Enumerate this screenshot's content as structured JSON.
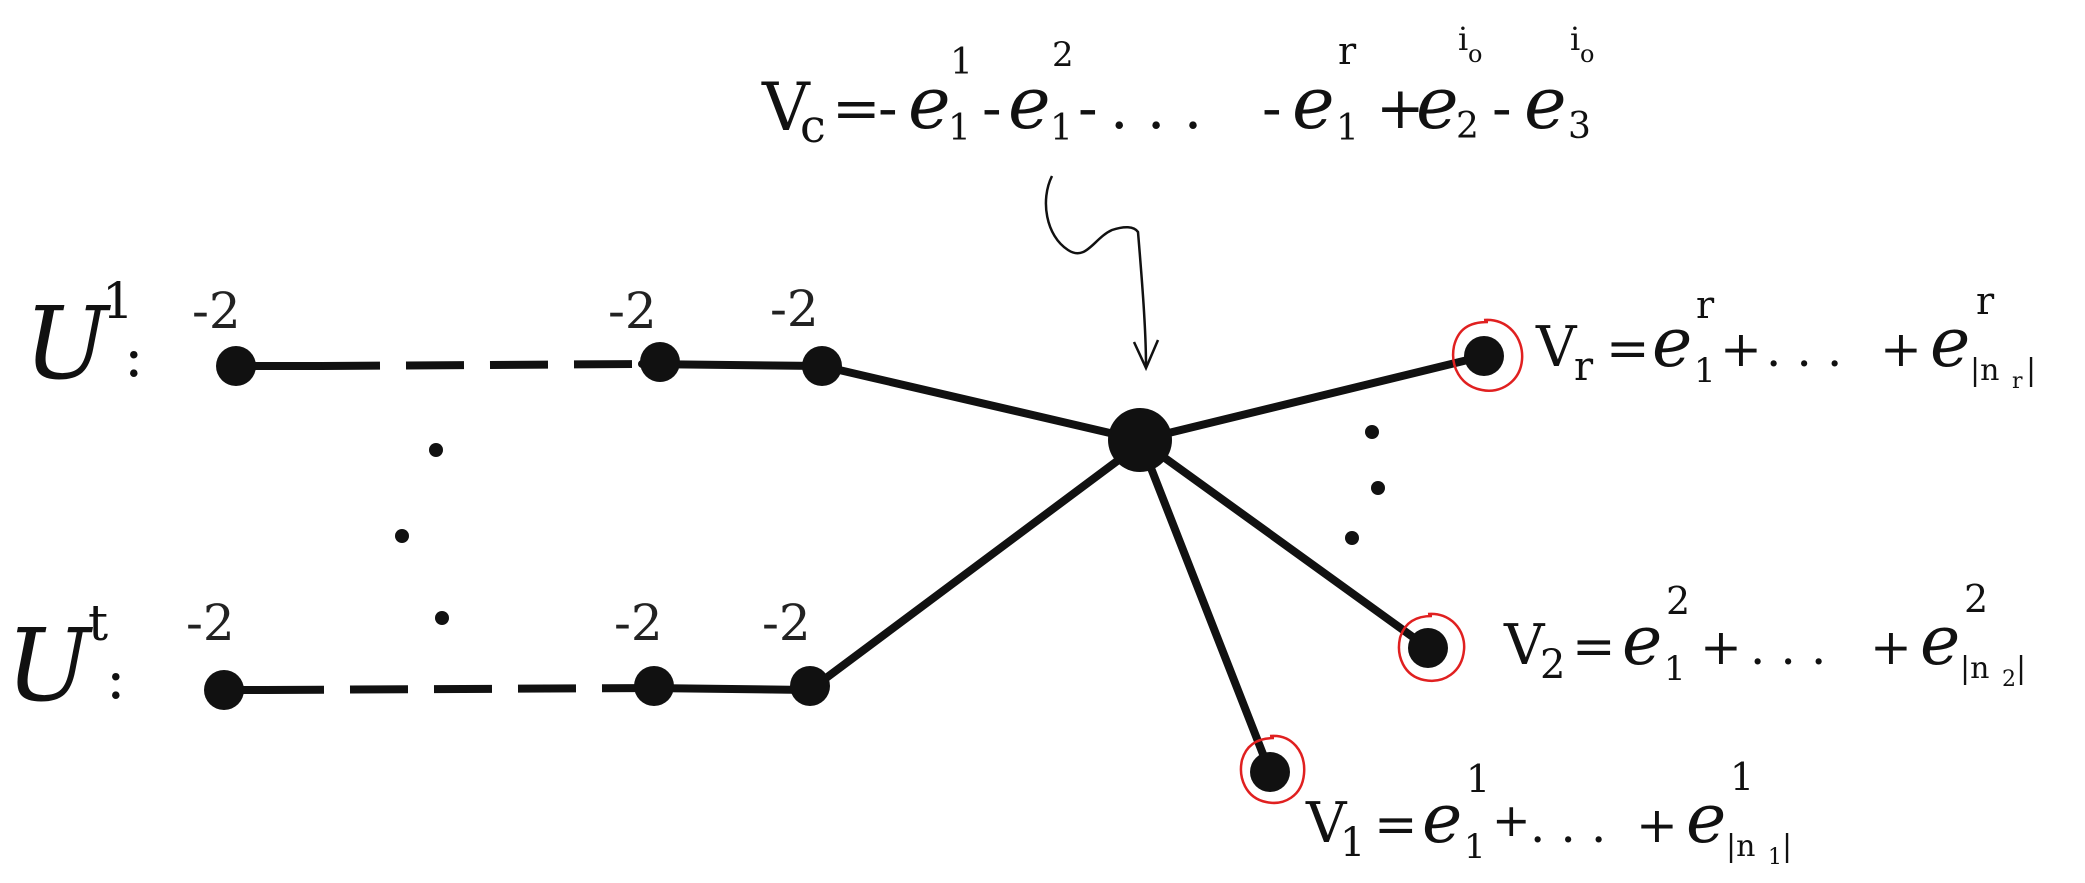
{
  "diagram": {
    "vc_formula": "V_C = -e_1^1 - e_1^2 - ... - e_1^r + e_2^{i_0} - e_3^{i_0}",
    "vertex_weight": "-2",
    "legs": {
      "top": {
        "label": "U",
        "sup": "1"
      },
      "bottom": {
        "label": "U",
        "sup": "t"
      }
    },
    "leaves": {
      "vr": {
        "name": "V",
        "sub": "r",
        "expr": "e_1^r + ... + e_{|n_r|}^r"
      },
      "v2": {
        "name": "V",
        "sub": "2",
        "expr": "e_1^2 + ... + e_{|n_2|}^2"
      },
      "v1": {
        "name": "V",
        "sub": "1",
        "expr": "e_1^1 + ... + e_{|n_1|}^1"
      }
    },
    "colors": {
      "ink": "#111111",
      "highlight": "#e02020"
    }
  }
}
